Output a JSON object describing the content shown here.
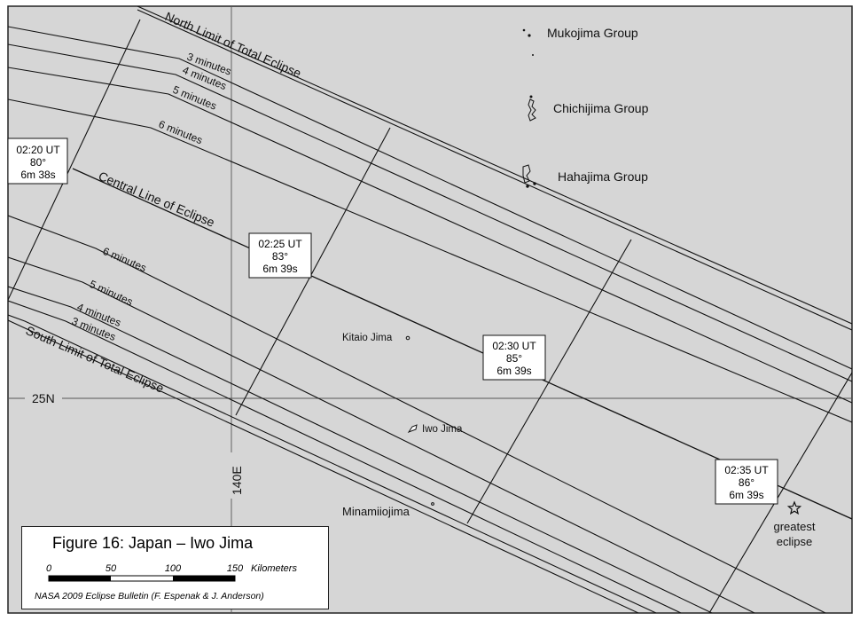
{
  "figure": {
    "title": "Figure 16:  Japan – Iwo Jima",
    "credit": "NASA 2009 Eclipse Bulletin (F. Espenak & J. Anderson)",
    "scale": {
      "ticks": [
        "0",
        "50",
        "100",
        "150"
      ],
      "unit": "Kilometers"
    }
  },
  "path_labels": {
    "north_limit": "North Limit of Total Eclipse",
    "south_limit": "South Limit of Total Eclipse",
    "central_line": "Central Line of Eclipse",
    "north_duration_lines": [
      "3 minutes",
      "4 minutes",
      "5 minutes",
      "6 minutes"
    ],
    "south_duration_lines": [
      "6 minutes",
      "5 minutes",
      "4 minutes",
      "3 minutes"
    ]
  },
  "grid": {
    "latitude": "25N",
    "longitude": "140E"
  },
  "places": [
    {
      "name": "Mukojima Group"
    },
    {
      "name": "Chichijima Group"
    },
    {
      "name": "Hahajima Group"
    },
    {
      "name": "Kitaio Jima"
    },
    {
      "name": "Iwo Jima"
    },
    {
      "name": "Minamiiojima"
    }
  ],
  "time_markers": [
    {
      "time": "02:20 UT",
      "altitude": "80°",
      "duration": "6m 38s"
    },
    {
      "time": "02:25 UT",
      "altitude": "83°",
      "duration": "6m 39s"
    },
    {
      "time": "02:30 UT",
      "altitude": "85°",
      "duration": "6m 39s"
    },
    {
      "time": "02:35 UT",
      "altitude": "86°",
      "duration": "6m 39s"
    }
  ],
  "greatest_eclipse": {
    "line1": "greatest",
    "line2": "eclipse"
  },
  "colors": {
    "background": "#d6d6d6",
    "lines": "#111111",
    "frame": "#222222"
  }
}
